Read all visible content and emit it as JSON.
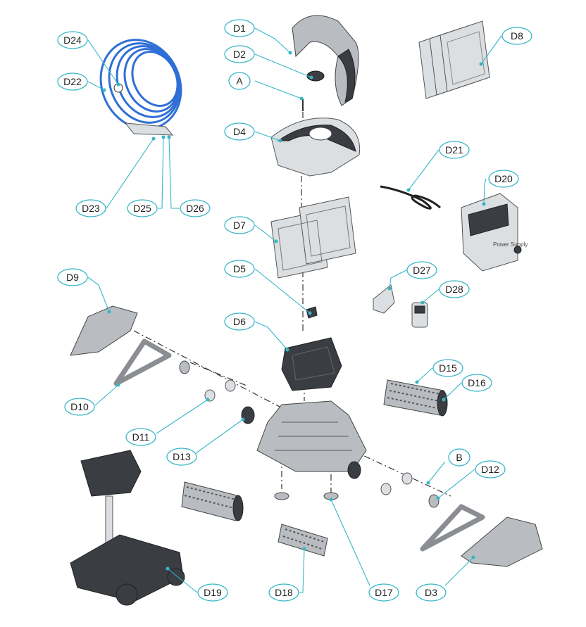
{
  "callouts": [
    {
      "id": "D1",
      "label": "D1"
    },
    {
      "id": "D2",
      "label": "D2"
    },
    {
      "id": "A",
      "label": "A"
    },
    {
      "id": "D4",
      "label": "D4"
    },
    {
      "id": "D7",
      "label": "D7"
    },
    {
      "id": "D5",
      "label": "D5"
    },
    {
      "id": "D6",
      "label": "D6"
    },
    {
      "id": "D8",
      "label": "D8"
    },
    {
      "id": "D21",
      "label": "D21"
    },
    {
      "id": "D20",
      "label": "D20"
    },
    {
      "id": "D27",
      "label": "D27"
    },
    {
      "id": "D28",
      "label": "D28"
    },
    {
      "id": "D15",
      "label": "D15"
    },
    {
      "id": "D16",
      "label": "D16"
    },
    {
      "id": "B",
      "label": "B"
    },
    {
      "id": "D12",
      "label": "D12"
    },
    {
      "id": "D3",
      "label": "D3"
    },
    {
      "id": "D17",
      "label": "D17"
    },
    {
      "id": "D18",
      "label": "D18"
    },
    {
      "id": "D19",
      "label": "D19"
    },
    {
      "id": "D13",
      "label": "D13"
    },
    {
      "id": "D11",
      "label": "D11"
    },
    {
      "id": "D10",
      "label": "D10"
    },
    {
      "id": "D9",
      "label": "D9"
    },
    {
      "id": "D24",
      "label": "D24"
    },
    {
      "id": "D22",
      "label": "D22"
    },
    {
      "id": "D23",
      "label": "D23"
    },
    {
      "id": "D25",
      "label": "D25"
    },
    {
      "id": "D26",
      "label": "D26"
    }
  ],
  "power_supply": {
    "brand_text": "Power Supply"
  },
  "colors": {
    "callout": "#35b6c8",
    "cable": "#2f6fd6",
    "part": "#b9bdc2",
    "part_dark": "#3a3d42"
  }
}
